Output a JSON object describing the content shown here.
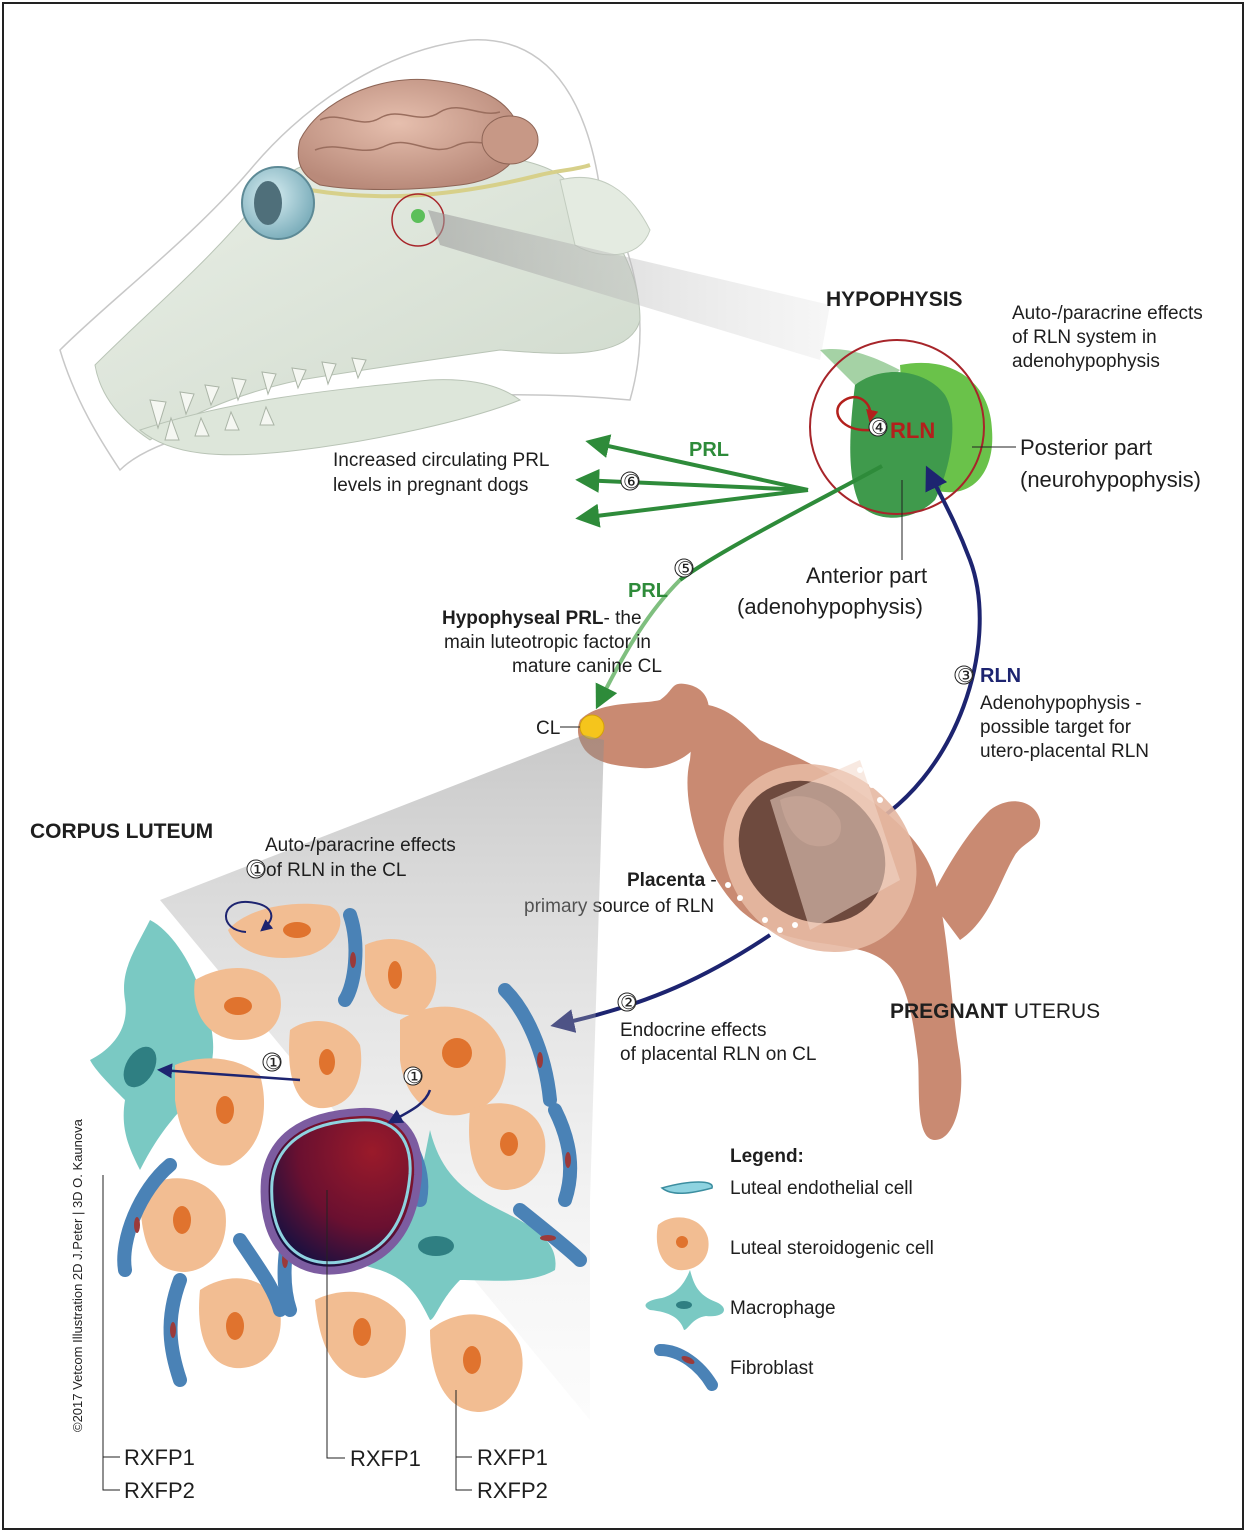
{
  "sections": {
    "hypophysis": "HYPOPHYSIS",
    "corpus_luteum": "CORPUS LUTEUM",
    "pregnant_bold": "PREGNANT",
    "uterus": "UTERUS"
  },
  "markers": [
    "①",
    "②",
    "③",
    "④",
    "⑤",
    "⑥"
  ],
  "hormones": {
    "rln": "RLN",
    "prl": "PRL",
    "cl": "CL"
  },
  "labels": {
    "auto_adeno_1": "Auto-/paracrine effects",
    "auto_adeno_2": "of RLN system in",
    "auto_adeno_3": "adenohypophysis",
    "posterior_1": "Posterior part",
    "posterior_2": "(neurohypophysis)",
    "anterior_1": "Anterior part",
    "anterior_2": "(adenohypophysis)",
    "prl_levels_1": "Increased circulating PRL",
    "prl_levels_2": "levels in pregnant dogs",
    "hypo_prl_bold": "Hypophyseal PRL",
    "hypo_prl_1": "- the",
    "hypo_prl_2": "main luteotropic factor in",
    "hypo_prl_3": "mature canine CL",
    "adeno_target_1": "Adenohypophysis -",
    "adeno_target_2": "possible target for",
    "adeno_target_3": "utero-placental RLN",
    "placenta_bold": "Placenta",
    "placenta_dash": " -",
    "placenta_2": "primary source of RLN",
    "auto_cl_1": "Auto-/paracrine effects",
    "auto_cl_2": "of RLN in the CL",
    "endocrine_1": "Endocrine effects",
    "endocrine_2": "of  placental RLN on CL",
    "rxfp1": "RXFP1",
    "rxfp2": "RXFP2"
  },
  "legend": {
    "title": "Legend:",
    "items": [
      "Luteal endothelial cell",
      "Luteal steroidogenic cell",
      "Macrophage",
      "Fibroblast"
    ]
  },
  "credit": "©2017 Vetcom Illustration 2D J.Peter | 3D O. Kaunova",
  "colors": {
    "green": "#2e8b3a",
    "navy": "#1d2470",
    "red_label": "#b3201c",
    "steroidogenic": "#f2bd92",
    "nucleus": "#e0732e",
    "macrophage": "#7ac9c3",
    "fibroblast": "#4a82b6",
    "uterus": "#c98a72"
  }
}
